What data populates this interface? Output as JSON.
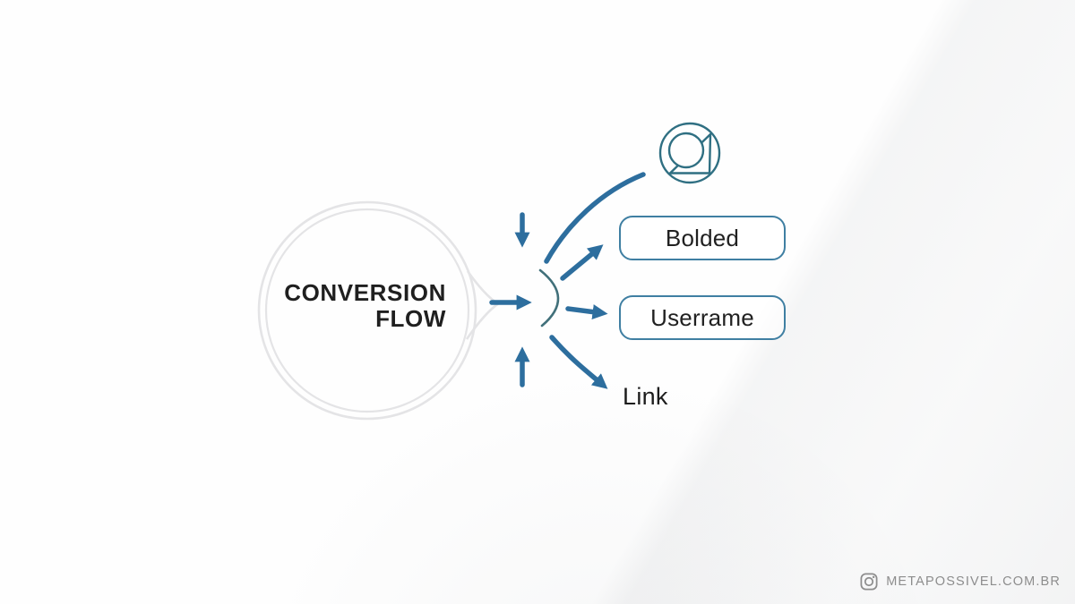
{
  "diagram": {
    "hub": {
      "line1": "CONVERSION",
      "line2": "FLOW"
    },
    "nodes": {
      "avatar": {
        "icon": "user-avatar-icon"
      },
      "bolded": {
        "label": "Bolded",
        "shape": "rounded-box"
      },
      "username": {
        "label": "Userrame",
        "shape": "rounded-box"
      },
      "link": {
        "label": "Link",
        "shape": "plain-text"
      }
    },
    "colors": {
      "arrow_blue": "#2d6e9e",
      "arc_teal": "#41707a",
      "box_border_blue": "#3f7fa2",
      "icon_teal": "#2f6f82",
      "ring_gray": "#e4e4e6",
      "text_dark": "#1f1f1f",
      "watermark_gray": "#8d8d8d"
    }
  },
  "footer": {
    "watermark": "METAPOSSIVEL.COM.BR",
    "icon": "instagram-icon"
  }
}
